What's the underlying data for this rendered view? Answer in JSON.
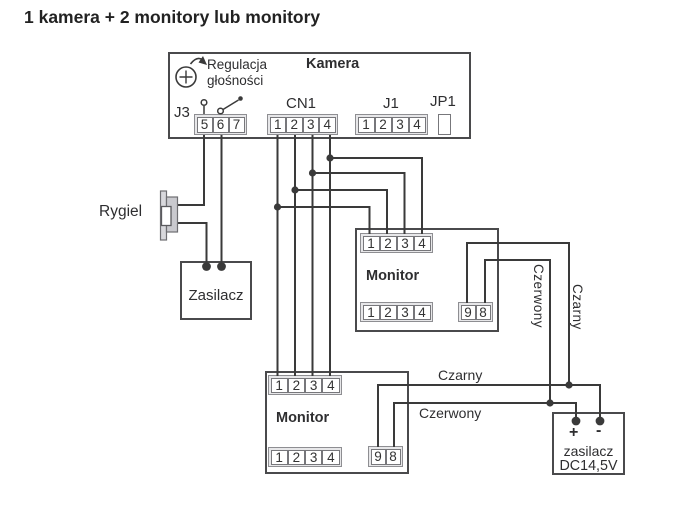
{
  "title": "1 kamera + 2 monitory lub monitory",
  "colors": {
    "line": "#3a3a3a",
    "box_border": "#4a4a4c",
    "text": "#2e2e30",
    "strip_background": "#e7e7e9",
    "cell_border": "#77777b",
    "rygiel_gray": "#c9c9ce"
  },
  "kamera": {
    "label": "Kamera",
    "volume": {
      "line1": "Regulacja",
      "line2": "głośności"
    },
    "j3": {
      "label": "J3",
      "pins": [
        "5",
        "6",
        "7"
      ]
    },
    "cn1": {
      "label": "CN1",
      "pins": [
        "1",
        "2",
        "3",
        "4"
      ]
    },
    "j1": {
      "label": "J1",
      "pins": [
        "1",
        "2",
        "3",
        "4"
      ]
    },
    "jp1": {
      "label": "JP1"
    }
  },
  "rygiel": {
    "label": "Rygiel"
  },
  "zasilacz": {
    "label": "Zasilacz"
  },
  "monitor_upper": {
    "label": "Monitor",
    "pins_top": [
      "1",
      "2",
      "3",
      "4"
    ],
    "pins_bottom": [
      "1",
      "2",
      "3",
      "4"
    ],
    "pins_power": [
      "9",
      "8"
    ]
  },
  "monitor_lower": {
    "label": "Monitor",
    "pins_top": [
      "1",
      "2",
      "3",
      "4"
    ],
    "pins_bottom": [
      "1",
      "2",
      "3",
      "4"
    ],
    "pins_power": [
      "9",
      "8"
    ]
  },
  "wire_labels": {
    "upper_red_vertical": "Czerwony",
    "upper_black_vertical": "Czarny",
    "lower_black": "Czarny",
    "lower_red": "Czerwony"
  },
  "power_supply_dc": {
    "plus": "+",
    "minus": "-",
    "line1": "zasilacz",
    "line2": "DC14,5V"
  }
}
